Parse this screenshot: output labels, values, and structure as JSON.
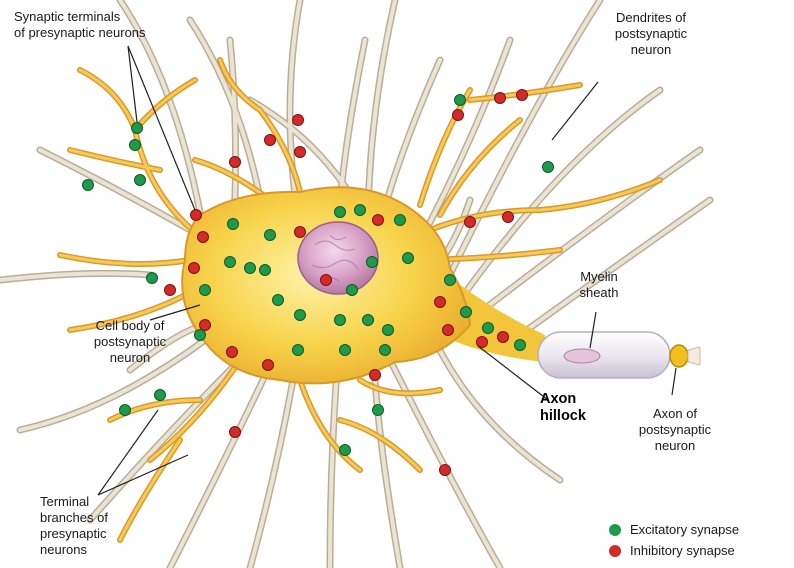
{
  "labels": {
    "synaptic_terminals": [
      "Synaptic terminals",
      "of presynaptic neurons"
    ],
    "dendrites": [
      "Dendrites of",
      "postsynaptic",
      "neuron"
    ],
    "myelin": [
      "Myelin",
      "sheath"
    ],
    "cell_body": [
      "Cell body of",
      "postsynaptic",
      "neuron"
    ],
    "axon_hillock": [
      "Axon",
      "hillock"
    ],
    "axon": [
      "Axon of",
      "postsynaptic",
      "neuron"
    ],
    "terminal_branches": [
      "Terminal",
      "branches of",
      "presynaptic",
      "neurons"
    ]
  },
  "legend": {
    "excitatory": "Excitatory synapse",
    "inhibitory": "Inhibitory synapse"
  },
  "colors": {
    "excitatory": "#1f9a4a",
    "inhibitory": "#d42a2a",
    "cell_body": "#f4c431",
    "dendrite": "#e3a832",
    "axon_fiber": "#ddd2be",
    "nucleus": "#c98ab6",
    "myelin": "#f1eef4",
    "node": "#f0c020"
  }
}
